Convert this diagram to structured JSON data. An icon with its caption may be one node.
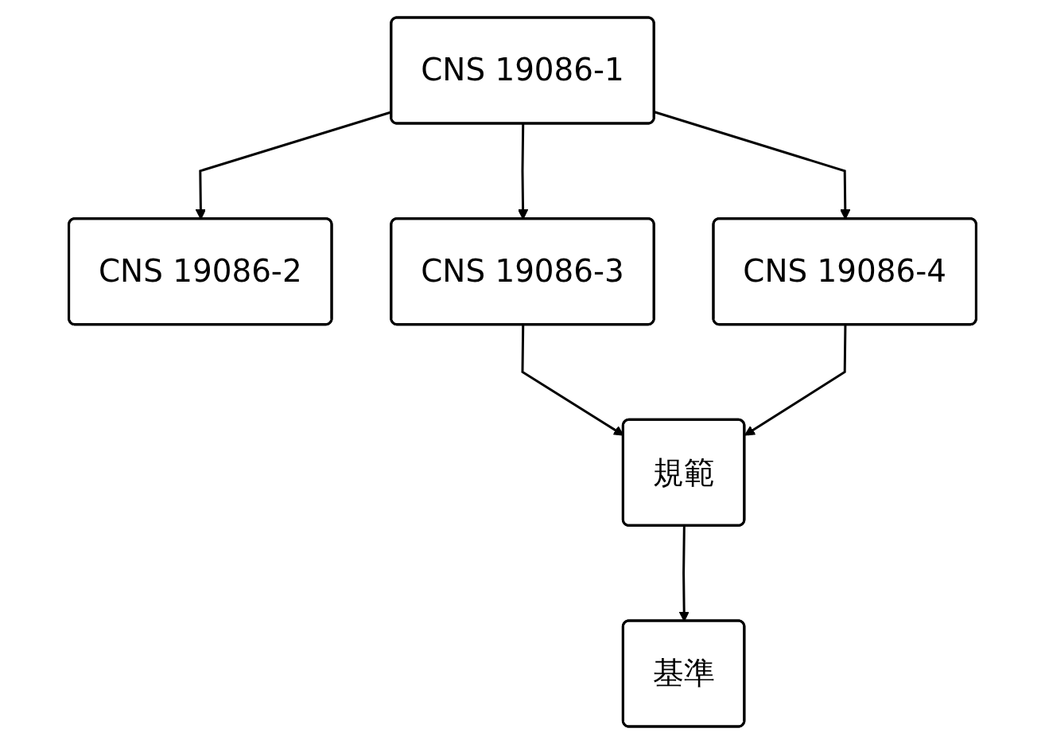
{
  "diagram": {
    "nodes": [
      {
        "text": [
          "CNS 19086-1"
        ]
      },
      {
        "text": [
          "CNS 19086-2"
        ]
      },
      {
        "text": [
          "CNS 19086-3"
        ]
      },
      {
        "text": [
          "CNS 19086-4"
        ]
      },
      {
        "text": [
          "規範"
        ]
      },
      {
        "text": [
          "基準"
        ]
      }
    ],
    "edges": [
      {
        "from": 0,
        "to": 1,
        "arrow": "to"
      },
      {
        "from": 0,
        "to": 2,
        "arrow": "to"
      },
      {
        "from": 0,
        "to": 3,
        "arrow": "to"
      },
      {
        "from": 2,
        "to": 4,
        "arrow": "to"
      },
      {
        "from": 3,
        "to": 4,
        "arrow": "to"
      },
      {
        "from": 4,
        "to": 5,
        "arrow": "to"
      }
    ]
  }
}
